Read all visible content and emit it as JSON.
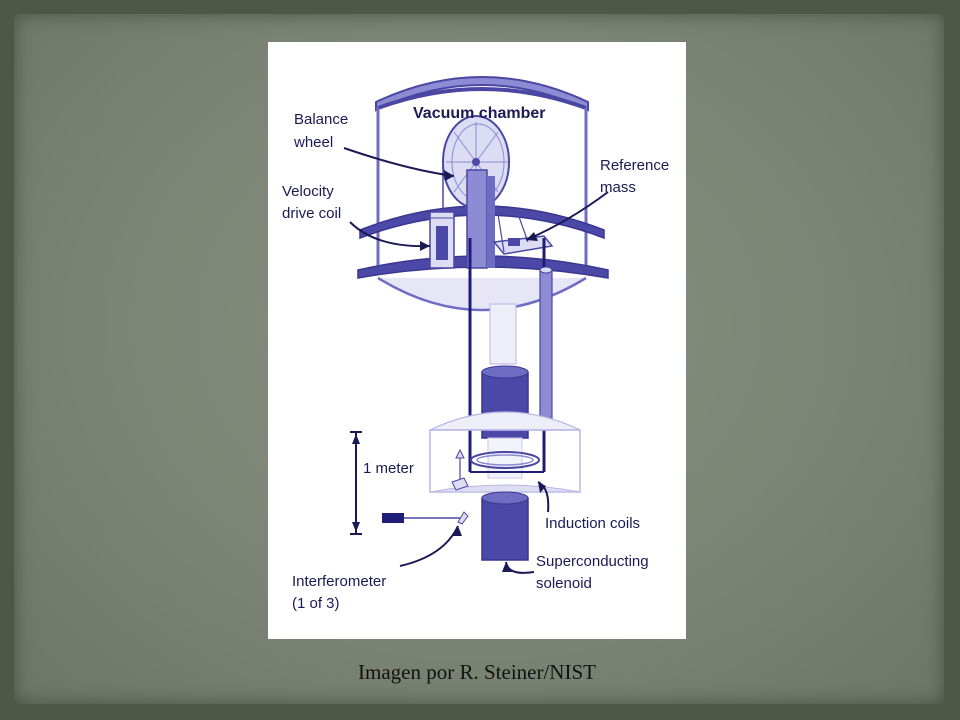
{
  "diagram": {
    "title": "Vacuum chamber",
    "labels": {
      "balance_wheel_line1": "Balance",
      "balance_wheel_line2": "wheel",
      "velocity_coil_line1": "Velocity",
      "velocity_coil_line2": "drive coil",
      "reference_mass_line1": "Reference",
      "reference_mass_line2": "mass",
      "one_meter": "1 meter",
      "induction_coils": "Induction coils",
      "solenoid_line1": "Superconducting",
      "solenoid_line2": "solenoid",
      "interferometer_line1": "Interferometer",
      "interferometer_line2": "(1 of 3)"
    },
    "colors": {
      "stroke": "#4a47a3",
      "fill_light": "#dcdcf3",
      "fill_mid": "#8d8bd3",
      "fill_dark": "#4b48a8",
      "leader": "#1a1a55"
    }
  },
  "caption": "Imagen por R. Steiner/NIST"
}
